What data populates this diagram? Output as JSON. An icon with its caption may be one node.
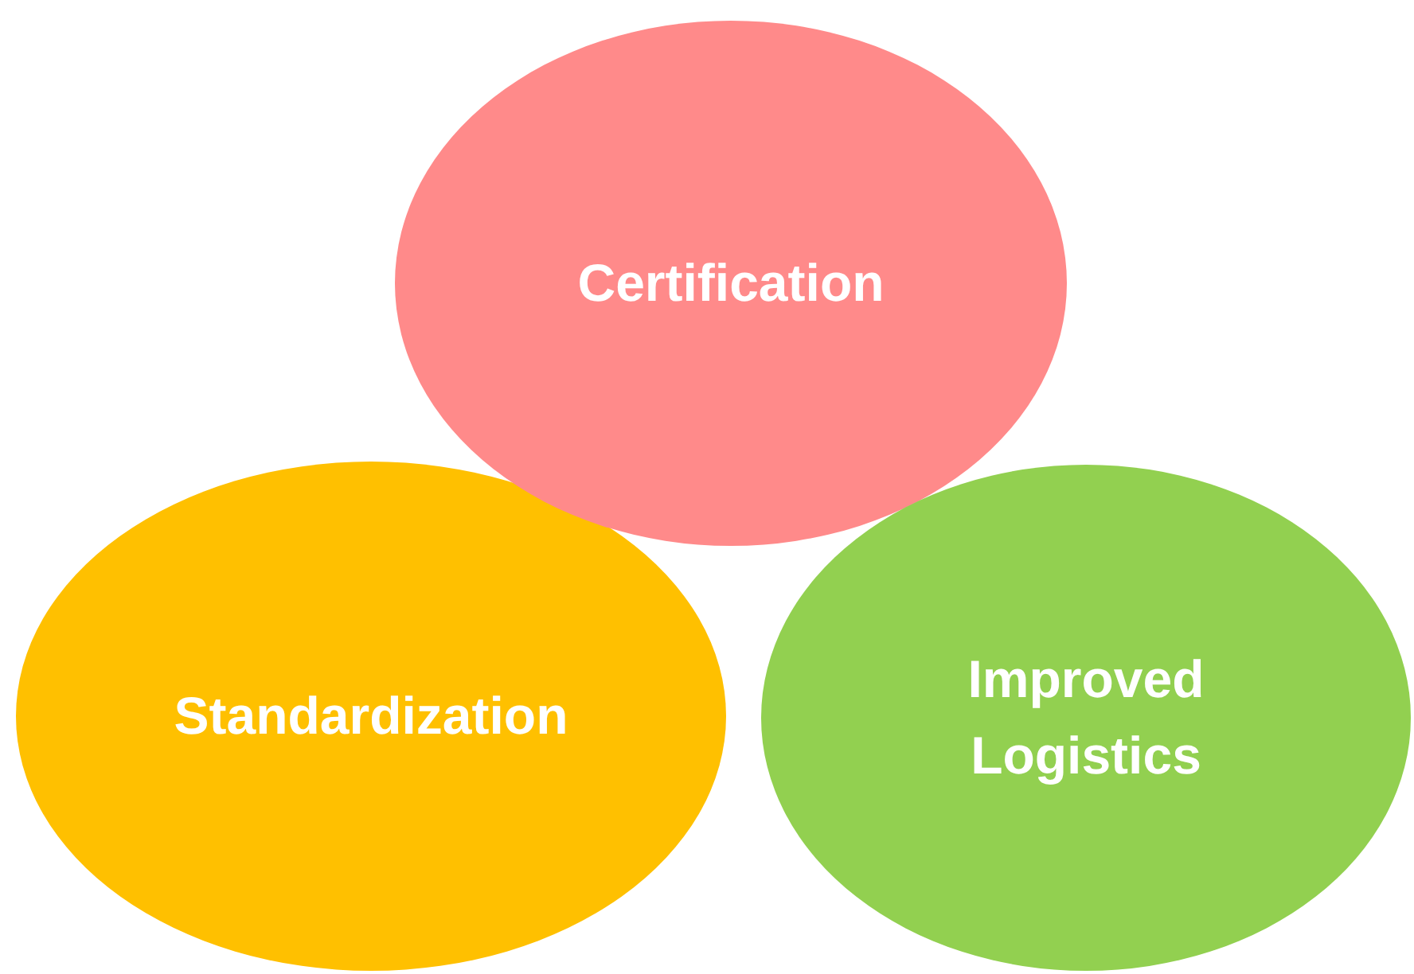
{
  "diagram": {
    "nodes": [
      {
        "text": [
          "Certification"
        ]
      },
      {
        "text": [
          "Standardization"
        ]
      },
      {
        "text": [
          "Improved Logistics"
        ]
      }
    ]
  }
}
